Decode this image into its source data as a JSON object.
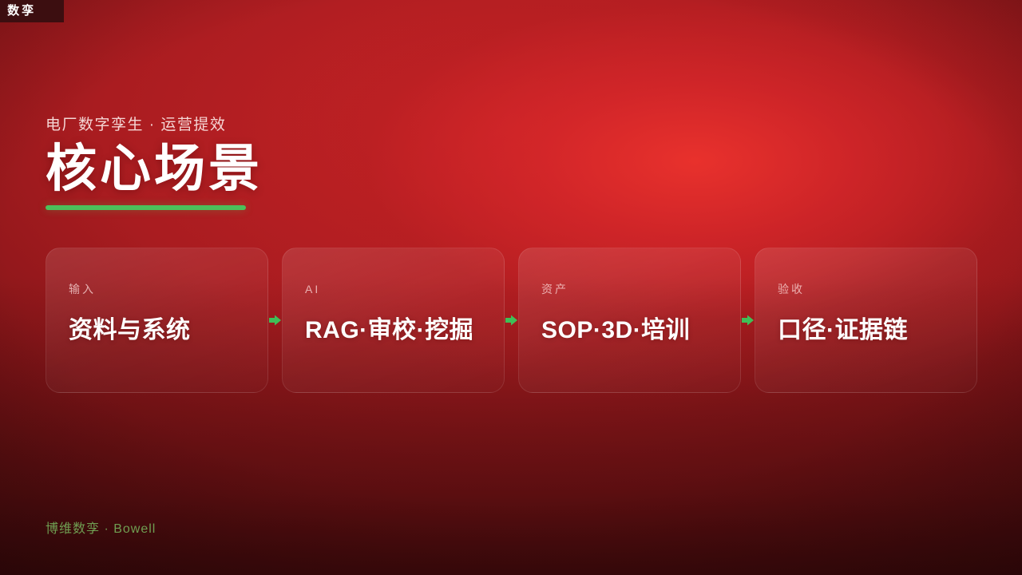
{
  "topbar": {
    "brand_clipped": "维 数孪"
  },
  "title_block": {
    "eyebrow": "电厂数字孪生 · 运营提效",
    "title": "核心场景",
    "accent_color": "#4cc05a"
  },
  "flow": {
    "arrow_icon": "arrow-right-icon",
    "arrow_color": "#3fbf57",
    "cards": [
      {
        "label": "输入",
        "title": "资料与系统"
      },
      {
        "label": "AI",
        "title": "RAG·审校·挖掘"
      },
      {
        "label": "资产",
        "title": "SOP·3D·培训"
      },
      {
        "label": "验收",
        "title": "口径·证据链"
      }
    ]
  },
  "footer": {
    "brand": "博维数孪 · Bowell",
    "brand_color": "#6f9e52"
  },
  "theme": {
    "background_dark": "#3a0c0d",
    "background_mid": "#a91c20",
    "background_bright": "#d8272a",
    "card_border": "rgba(255,255,255,0.10)",
    "text_primary": "#ffffff",
    "text_muted": "rgba(255,226,224,0.72)"
  }
}
